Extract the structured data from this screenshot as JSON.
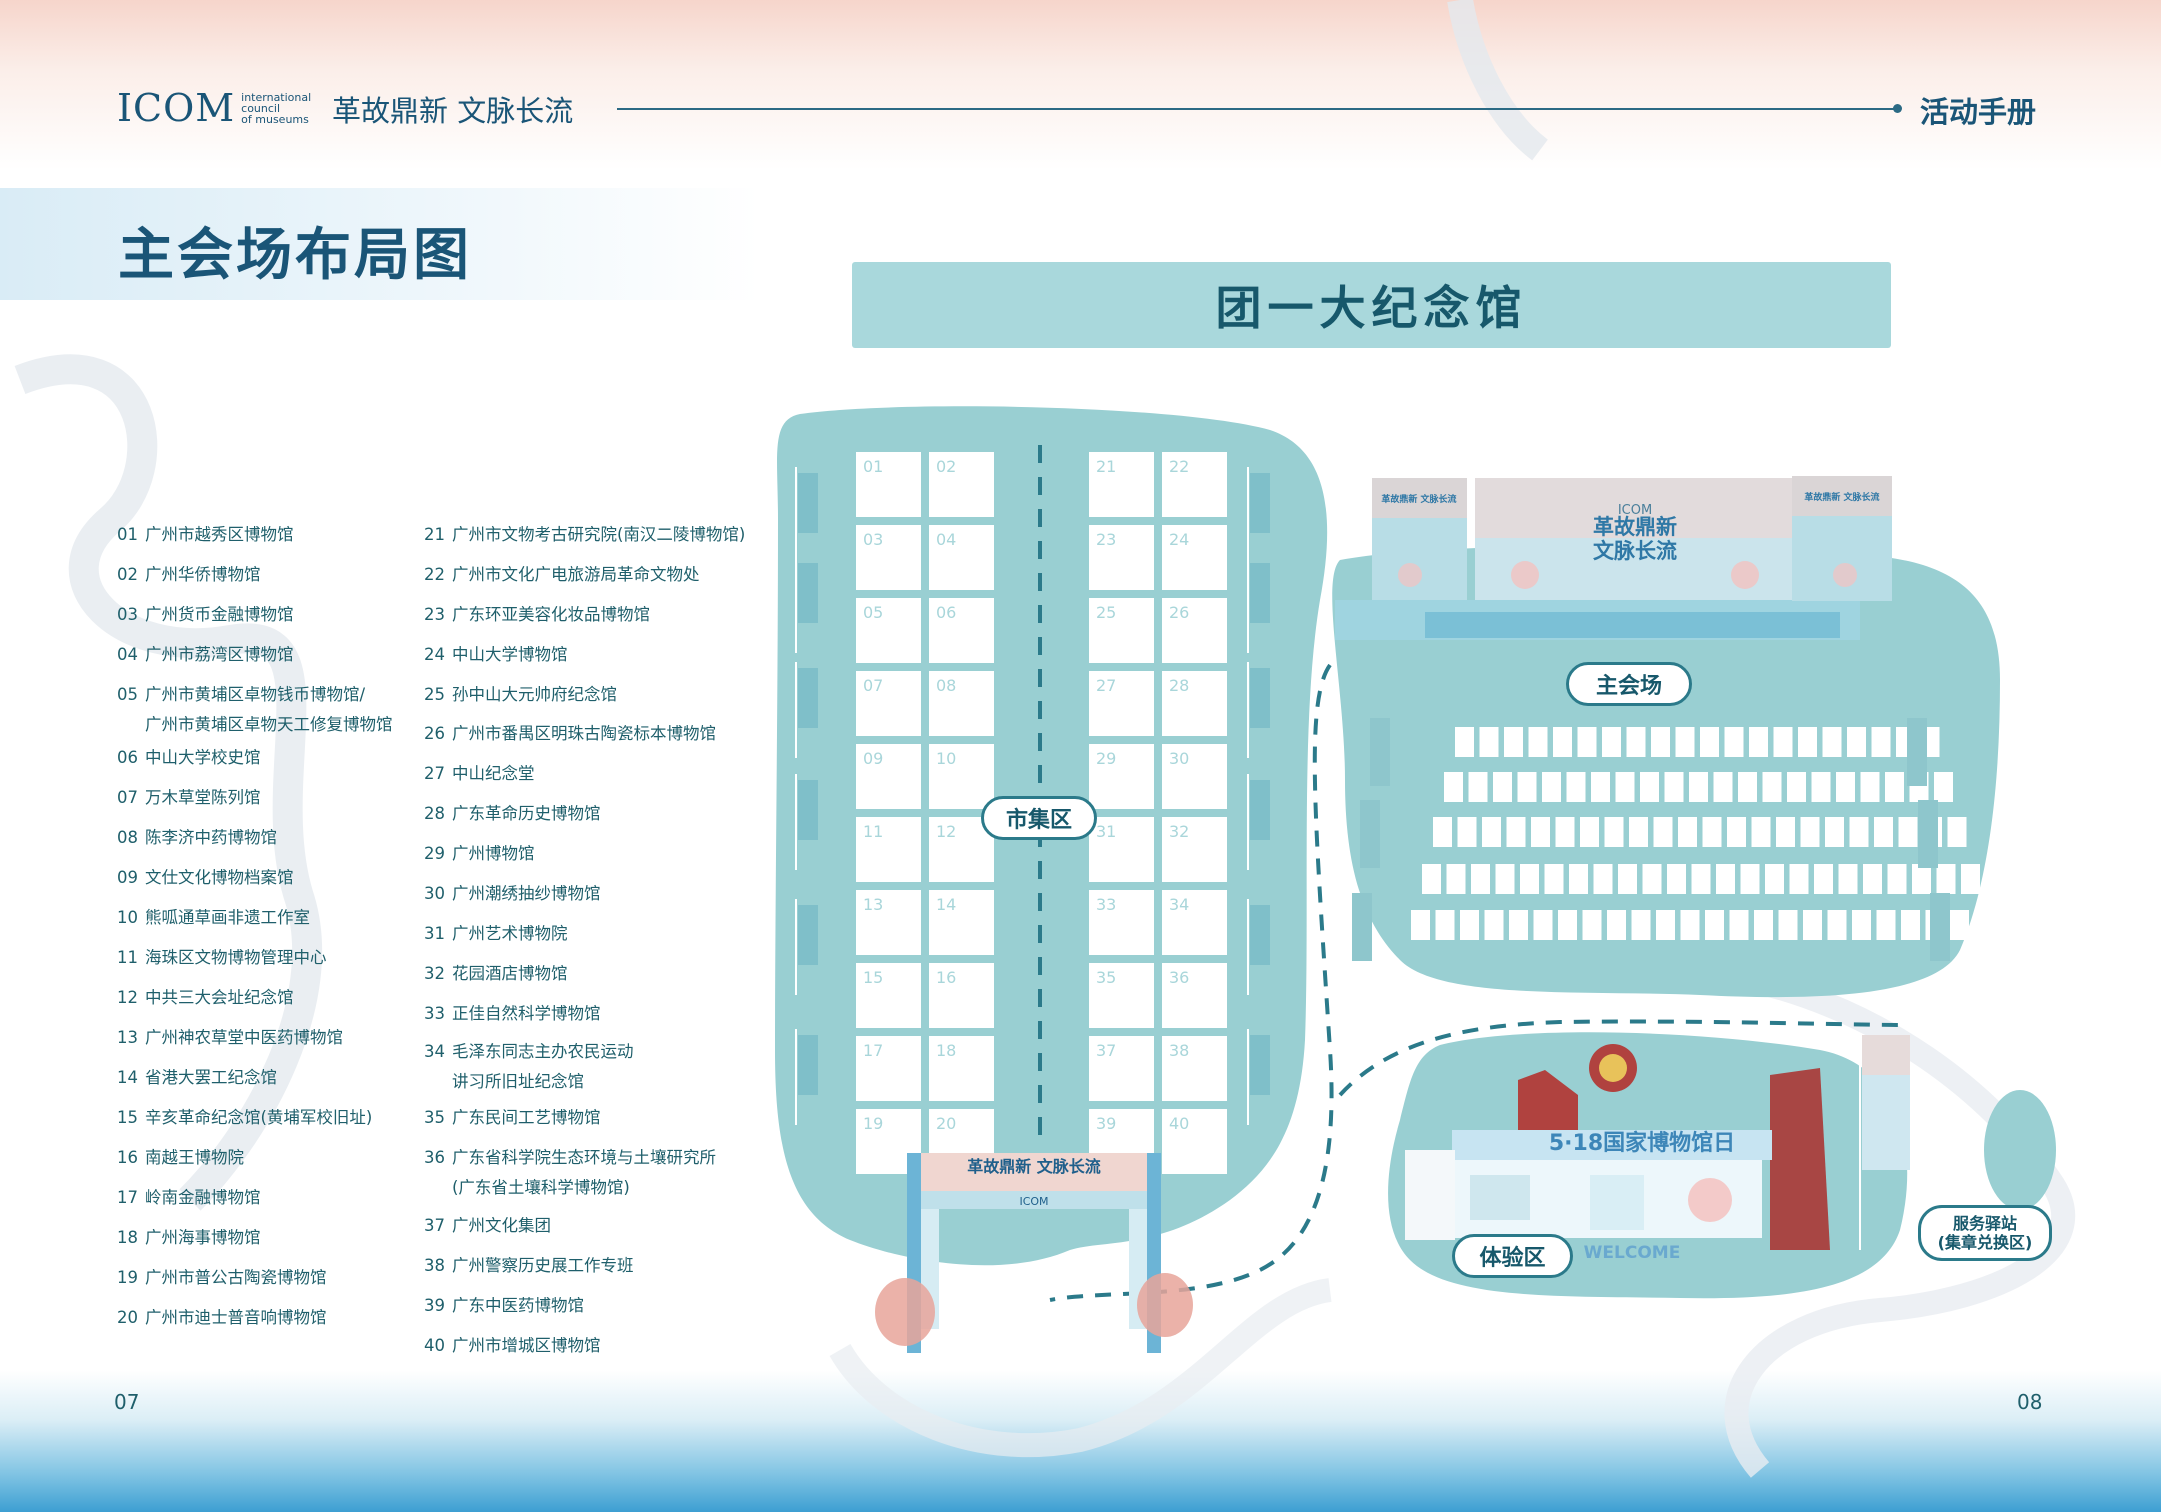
{
  "header": {
    "logo_word": "ICOM",
    "logo_lines": [
      "international",
      "council",
      "of museums"
    ],
    "slogan": "革故鼎新 文脉长流",
    "handbook_title": "活动手册"
  },
  "page_title": "主会场布局图",
  "venue_name": "团一大纪念馆",
  "zones": {
    "market": "市集区",
    "main_venue": "主会场",
    "experience": "体验区",
    "service_line1": "服务驿站",
    "service_line2": "(集章兑换区)"
  },
  "stage": {
    "logo": "ICOM",
    "title_line1": "革故鼎新",
    "title_line2": "文脉长流",
    "side_title": "革故鼎新 文脉长流"
  },
  "gate": {
    "title": "革故鼎新 文脉长流",
    "logo": "ICOM"
  },
  "pavilion": {
    "title": "5·18国家博物馆日",
    "welcome": "WELCOME"
  },
  "legend_left": [
    {
      "num": "01",
      "name": "广州市越秀区博物馆"
    },
    {
      "num": "02",
      "name": "广州华侨博物馆"
    },
    {
      "num": "03",
      "name": "广州货币金融博物馆"
    },
    {
      "num": "04",
      "name": "广州市荔湾区博物馆"
    },
    {
      "num": "05",
      "name": "广州市黄埔区卓物钱币博物馆/",
      "cont": "广州市黄埔区卓物天工修复博物馆"
    },
    {
      "num": "06",
      "name": "中山大学校史馆"
    },
    {
      "num": "07",
      "name": "万木草堂陈列馆"
    },
    {
      "num": "08",
      "name": "陈李济中药博物馆"
    },
    {
      "num": "09",
      "name": "文仕文化博物档案馆"
    },
    {
      "num": "10",
      "name": "熊呱通草画非遗工作室"
    },
    {
      "num": "11",
      "name": "海珠区文物博物管理中心"
    },
    {
      "num": "12",
      "name": "中共三大会址纪念馆"
    },
    {
      "num": "13",
      "name": "广州神农草堂中医药博物馆"
    },
    {
      "num": "14",
      "name": "省港大罢工纪念馆"
    },
    {
      "num": "15",
      "name": "辛亥革命纪念馆(黄埔军校旧址)"
    },
    {
      "num": "16",
      "name": "南越王博物院"
    },
    {
      "num": "17",
      "name": "岭南金融博物馆"
    },
    {
      "num": "18",
      "name": "广州海事博物馆"
    },
    {
      "num": "19",
      "name": "广州市普公古陶瓷博物馆"
    },
    {
      "num": "20",
      "name": "广州市迪士普音响博物馆"
    }
  ],
  "legend_right": [
    {
      "num": "21",
      "name": "广州市文物考古研究院(南汉二陵博物馆)"
    },
    {
      "num": "22",
      "name": "广州市文化广电旅游局革命文物处"
    },
    {
      "num": "23",
      "name": "广东环亚美容化妆品博物馆"
    },
    {
      "num": "24",
      "name": "中山大学博物馆"
    },
    {
      "num": "25",
      "name": "孙中山大元帅府纪念馆"
    },
    {
      "num": "26",
      "name": "广州市番禺区明珠古陶瓷标本博物馆"
    },
    {
      "num": "27",
      "name": "中山纪念堂"
    },
    {
      "num": "28",
      "name": "广东革命历史博物馆"
    },
    {
      "num": "29",
      "name": "广州博物馆"
    },
    {
      "num": "30",
      "name": "广州潮绣抽纱博物馆"
    },
    {
      "num": "31",
      "name": "广州艺术博物院"
    },
    {
      "num": "32",
      "name": "花园酒店博物馆"
    },
    {
      "num": "33",
      "name": "正佳自然科学博物馆"
    },
    {
      "num": "34",
      "name": "毛泽东同志主办农民运动",
      "cont": "讲习所旧址纪念馆"
    },
    {
      "num": "35",
      "name": "广东民间工艺博物馆"
    },
    {
      "num": "36",
      "name": "广东省科学院生态环境与土壤研究所",
      "cont": "(广东省土壤科学博物馆)"
    },
    {
      "num": "37",
      "name": "广州文化集团"
    },
    {
      "num": "38",
      "name": "广州警察历史展工作专班"
    },
    {
      "num": "39",
      "name": "广东中医药博物馆"
    },
    {
      "num": "40",
      "name": "广州市增城区博物馆"
    }
  ],
  "booths": [
    "01",
    "02",
    "03",
    "04",
    "05",
    "06",
    "07",
    "08",
    "09",
    "10",
    "11",
    "12",
    "13",
    "14",
    "15",
    "16",
    "17",
    "18",
    "19",
    "20",
    "21",
    "22",
    "23",
    "24",
    "25",
    "26",
    "27",
    "28",
    "29",
    "30",
    "31",
    "32",
    "33",
    "34",
    "35",
    "36",
    "37",
    "38",
    "39",
    "40"
  ],
  "page_numbers": {
    "left": "07",
    "right": "08"
  },
  "colors": {
    "map_fill": "#99cfd2",
    "banner_fill": "#a9d8dc",
    "heading": "#1a5577",
    "path_dash": "#2b7a8a"
  }
}
